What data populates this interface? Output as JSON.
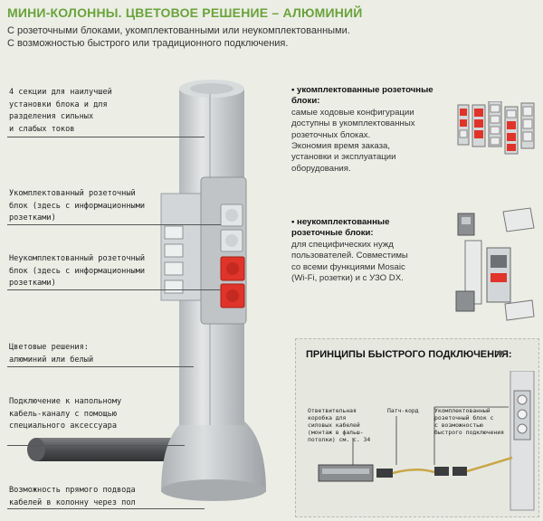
{
  "header": {
    "title": "МИНИ-КОЛОННЫ. ЦВЕТОВОЕ РЕШЕНИЕ – АЛЮМИНИЙ",
    "subtitle_lines": [
      "С розеточными блоками, укомплектованными или неукомплектованными.",
      "С возможностью быстрого или традиционного подключения."
    ]
  },
  "callouts": {
    "sections": [
      "4 секции для наилучшей",
      "установки блока и для",
      "разделения сильных",
      "и слабых токов"
    ],
    "complete_block": [
      "Укомплектованный розеточный",
      "блок (здесь с информационными",
      "розетками)"
    ],
    "incomplete_block": [
      "Неукомплектованный розеточный",
      "блок (здесь с информационными",
      "розетками)"
    ],
    "colors": [
      "Цветовые решения:",
      "алюминий или белый"
    ],
    "floor_connection": [
      "Подключение к напольному",
      "кабель-каналу с помощью",
      "специального аксессуара"
    ],
    "direct_feed": [
      "Возможность прямого подвода",
      "кабелей в колонну через пол"
    ]
  },
  "features": {
    "complete": {
      "head_lines": [
        "• укомплектованные розеточные блоки:"
      ],
      "body_lines": [
        "самые ходовые конфигурации",
        "доступны в укомплектованных",
        "розеточных блоках.",
        "Экономия время заказа,",
        "установки и эксплуатации",
        "оборудования."
      ]
    },
    "incomplete": {
      "head_lines": [
        "• неукомплектованные",
        "розеточные блоки:"
      ],
      "body_lines": [
        "для специфических нужд",
        "пользователей. Совместимы",
        "со всеми функциями Mosaic",
        "(Wi-Fi, розетки) и с УЗО DX."
      ]
    }
  },
  "quick_connect": {
    "title": "ПРИНЦИПЫ БЫСТРОГО ПОДКЛЮЧЕНИЯ:",
    "junction_box": [
      "Ответвительная",
      "коробка для",
      "силовых кабелей",
      "(монтаж в фальш-",
      "потолки) см. с. 34"
    ],
    "patch_cord": [
      "Патч-корд"
    ],
    "complete_block": [
      "Укомплектованный",
      "розеточный блок с",
      "с возможностью",
      "быстрого подключения"
    ]
  },
  "colors": {
    "title_green": "#6aa33a",
    "background": "#eceee6",
    "socket_red": "#e0342a",
    "column_grey": "#c9cdd0"
  }
}
